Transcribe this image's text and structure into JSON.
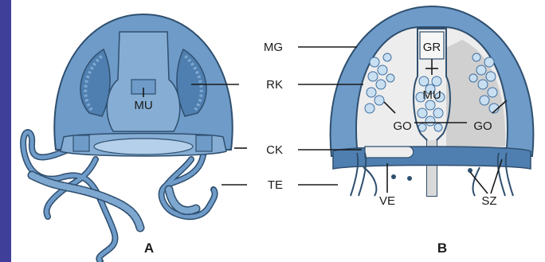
{
  "panels": {
    "a": "A",
    "b": "B"
  },
  "labels": {
    "mg": "MG",
    "rk": "RK",
    "ck": "CK",
    "te": "TE",
    "mu_a": "MU",
    "gr": "GR",
    "mu_b": "MU",
    "go_left": "GO",
    "go_right": "GO",
    "ve": "VE",
    "sz": "SZ"
  },
  "colors": {
    "frame": "#3f3f99",
    "bell": "#6e9bc8",
    "bell_dark": "#4f7fb0",
    "outline": "#2f4f6f",
    "gonad": "#c9dff2",
    "cavity": "#ededed"
  }
}
